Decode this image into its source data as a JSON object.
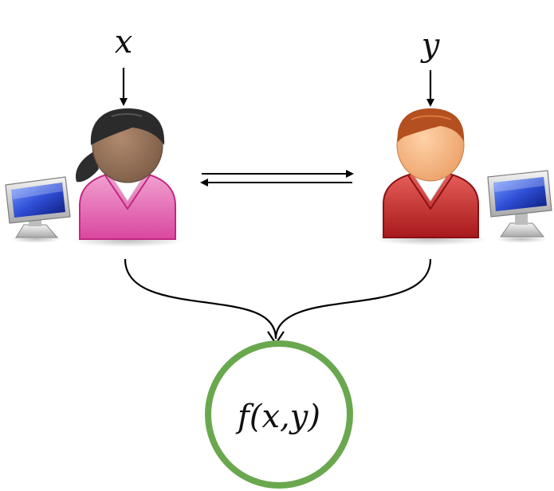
{
  "labels": {
    "alice_input": "x",
    "bob_input": "y",
    "result": "f(x,y)"
  },
  "icons": {
    "alice": "person-female-icon",
    "bob": "person-male-icon",
    "alice_computer": "computer-monitor-icon",
    "bob_computer": "computer-monitor-icon"
  },
  "colors": {
    "alice_shirt": "#d9479f",
    "bob_shirt": "#c22c2c",
    "result_ring": "#6aa84f",
    "arrows": "#000000"
  }
}
